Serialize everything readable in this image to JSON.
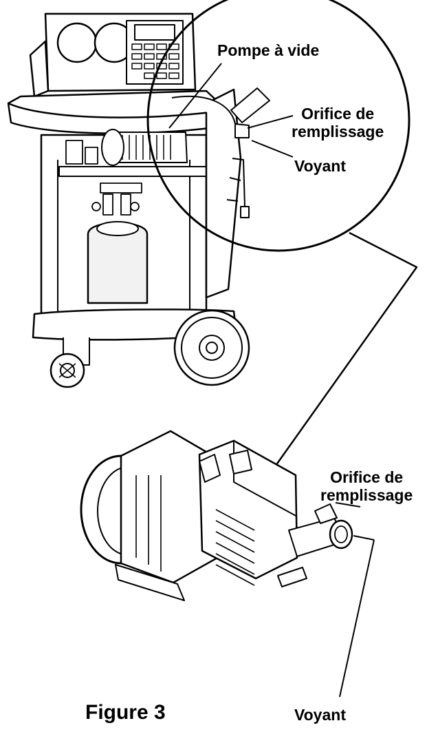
{
  "labels": {
    "vacuum_pump": "Pompe à vide",
    "fill_port_top_line1": "Orifice de",
    "fill_port_top_line2": "remplissage",
    "sight_glass_top": "Voyant",
    "fill_port_bottom_line1": "Orifice de",
    "fill_port_bottom_line2": "remplissage",
    "sight_glass_bottom": "Voyant"
  },
  "caption": "Figure 3",
  "colors": {
    "line": "#000000",
    "background": "#ffffff",
    "tank": "#f2f2f2"
  }
}
